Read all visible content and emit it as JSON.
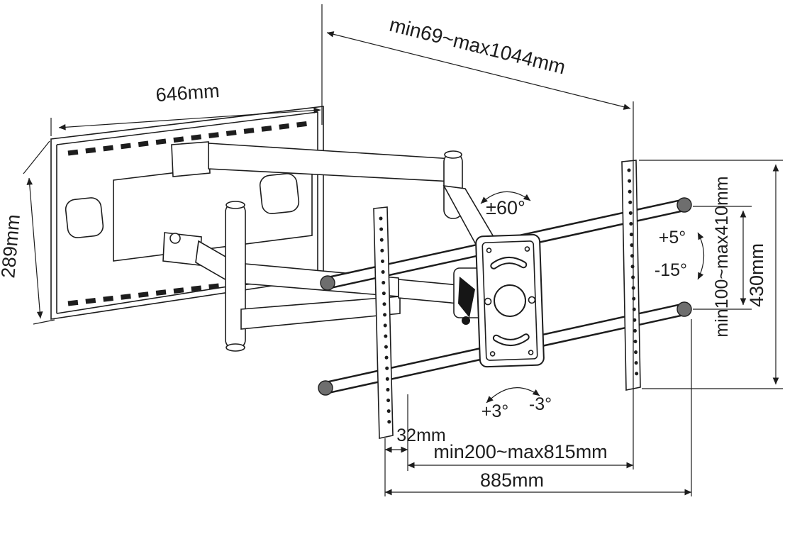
{
  "ink_color": "#1d1d1d",
  "labels": {
    "extension_depth": "min69~max1044mm",
    "wall_plate_width": "646mm",
    "wall_plate_height": "289mm",
    "swivel_angle": "±60°",
    "tilt_up": "+5°",
    "tilt_down": "-15°",
    "vesa_height_range": "min100~max410mm",
    "bracket_height": "430mm",
    "level_plus": "+3°",
    "level_minus": "-3°",
    "bracket_gap": "32mm",
    "vesa_width_range": "min200~max815mm",
    "rail_length": "885mm"
  }
}
